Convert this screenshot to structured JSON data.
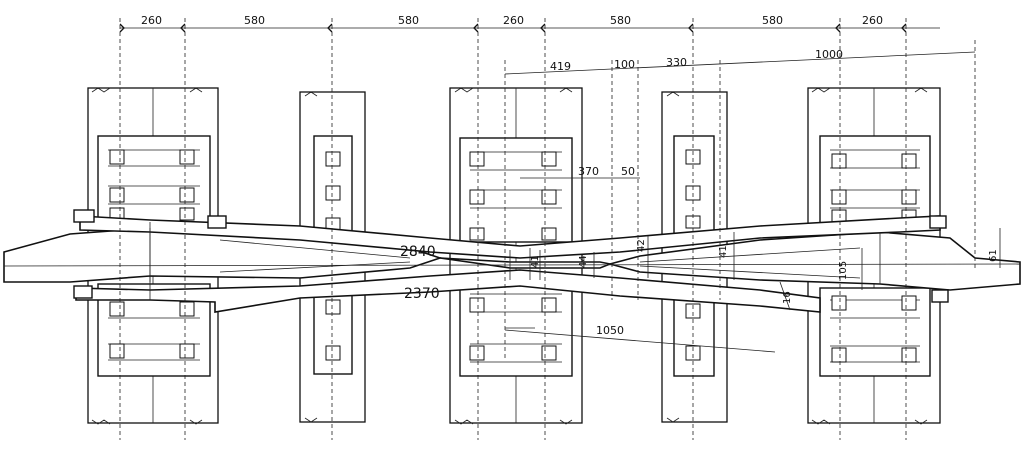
{
  "dimensions": {
    "top_row": [
      "260",
      "580",
      "580",
      "260",
      "580",
      "580",
      "260"
    ],
    "second_row": [
      "419",
      "100",
      "330",
      "1000"
    ],
    "inner": [
      "370",
      "50"
    ],
    "rail_lengths": [
      "2840",
      "2370"
    ],
    "bottom": "1050",
    "vertical": [
      "41",
      "44",
      "42",
      "41",
      "105",
      "16",
      "61"
    ]
  }
}
